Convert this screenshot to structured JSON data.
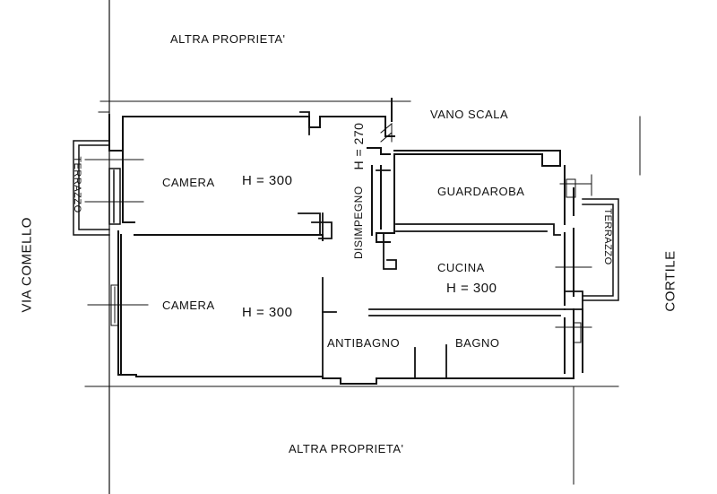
{
  "labels": {
    "altra_top": "ALTRA  PROPRIETA'",
    "altra_bottom": "ALTRA PROPRIETA'",
    "vano_scala": "VANO SCALA",
    "via": "VIA COMELLO",
    "cortile": "CORTILE",
    "terrazzo_left": "TERRAZZO",
    "terrazzo_right": "TERRAZZO",
    "disimpegno": "DISIMPEGNO",
    "disimpegno_h": "H = 270",
    "camera1": "CAMERA",
    "camera1_h": "H = 300",
    "camera2": "CAMERA",
    "camera2_h": "H = 300",
    "guardaroba": "GUARDAROBA",
    "cucina": "CUCINA",
    "cucina_h": "H = 300",
    "antibagno": "ANTIBAGNO",
    "bagno": "BAGNO"
  },
  "colors": {
    "ink": "#111111",
    "paper": "#ffffff"
  }
}
